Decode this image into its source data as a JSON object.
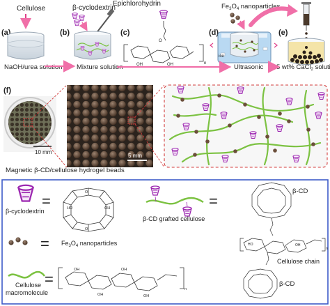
{
  "colors": {
    "cellulose_pink": "#e0408a",
    "arrow_pink": "#f06fa8",
    "cd_purple": "#9c27b0",
    "cellulose_green": "#7cc242",
    "bead_brown": "#6b4f3a",
    "box_blue": "#3e5cc8",
    "dashed_red": "#d33b3b"
  },
  "panels": {
    "a": {
      "letter": "(a)",
      "top_label": "Cellulose",
      "caption": "NaOH/urea solution"
    },
    "b": {
      "letter": "(b)",
      "reagent1": "β-cyclodextrin",
      "reagent2": "Epichlorohydrin",
      "caption": "Mixture solution"
    },
    "c": {
      "letter": "(c)",
      "subscript_n": "n"
    },
    "d": {
      "letter": "(d)",
      "reagent": "Fe3O4 nanoparticles",
      "reagent_prefix": "Fe",
      "reagent_sub1": "3",
      "reagent_mid": "O",
      "reagent_sub2": "4",
      "reagent_suffix": " nanoparticles",
      "caption": "Ultrasonic",
      "ice_label": "ice"
    },
    "e": {
      "letter": "(e)",
      "caption_prefix": "5 wt% CaCl",
      "caption_sub": "2",
      "caption_suffix": " solution"
    },
    "f": {
      "letter": "(f)",
      "scale1": "10 mm",
      "scale2": "5 mm",
      "caption": "Magnetic β-CD/cellulose hydrogel beads"
    }
  },
  "legend": {
    "cd_label": "β-cyclodextrin",
    "grafted_label": "β-CD grafted cellulose",
    "fe_prefix": "Fe",
    "fe_sub1": "3",
    "fe_mid": "O",
    "fe_sub2": "4",
    "fe_suffix": " nanoparticles",
    "cellulose_label_line1": "Cellulose",
    "cellulose_label_line2": "macromolecule",
    "equals": "=",
    "bcd_top": "β-CD",
    "bcd_bottom": "β-CD",
    "chain_label": "Cellulose chain",
    "oh": "OH",
    "ho": "HO",
    "o": "O",
    "n": "n"
  }
}
